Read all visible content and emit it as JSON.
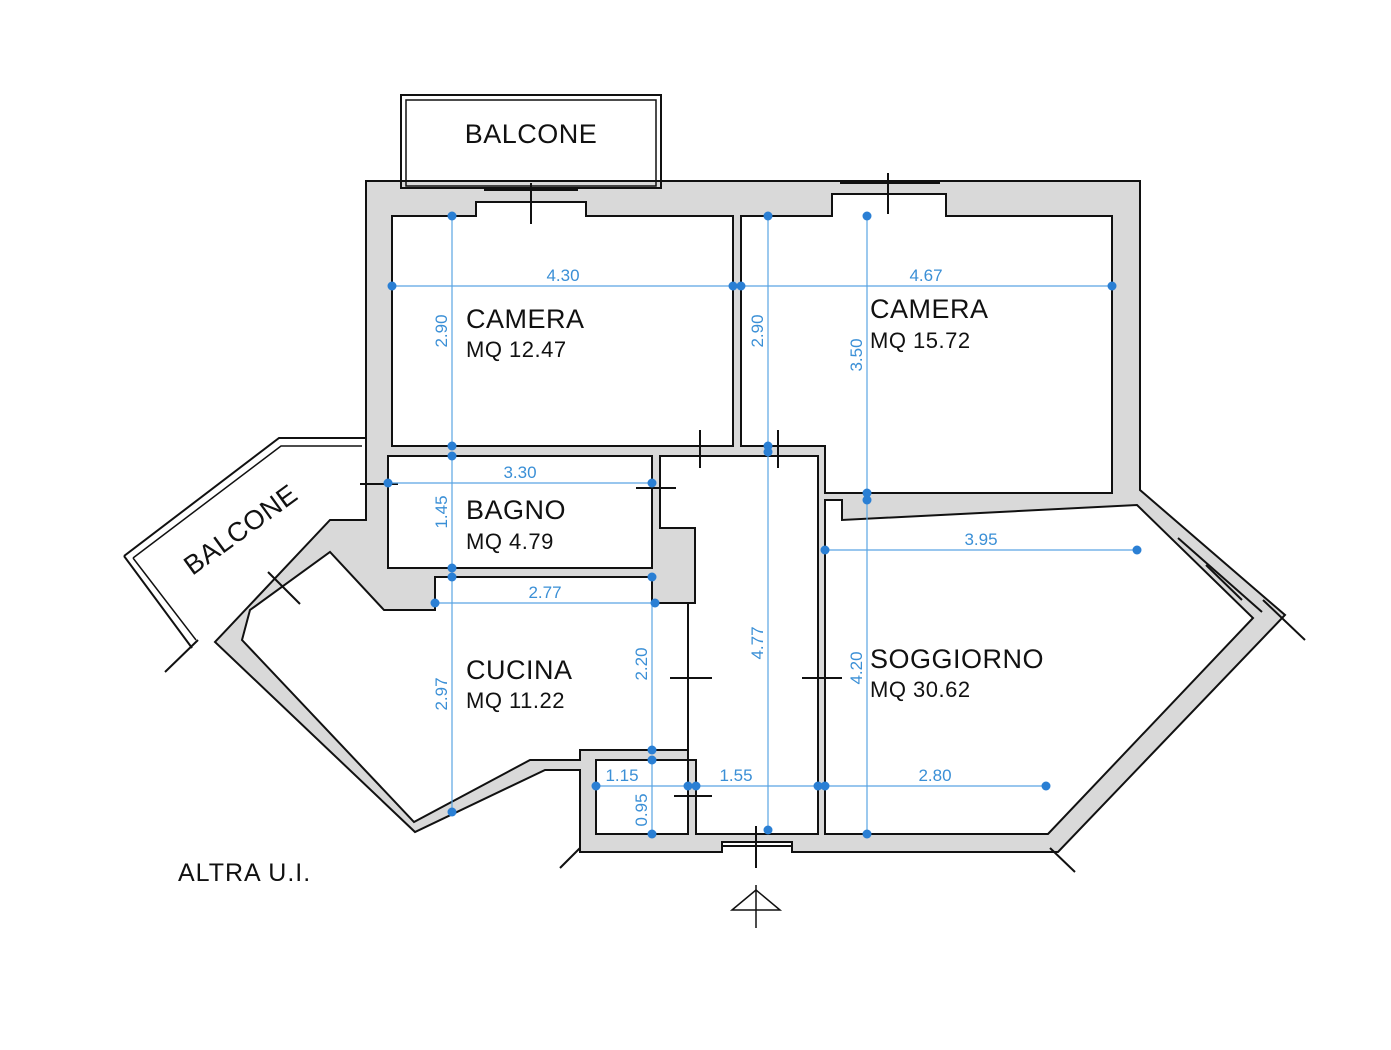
{
  "rooms": {
    "camera1": {
      "name": "CAMERA",
      "area": "MQ  12.47"
    },
    "camera2": {
      "name": "CAMERA",
      "area": "MQ  15.72"
    },
    "bagno": {
      "name": "BAGNO",
      "area": "MQ  4.79"
    },
    "cucina": {
      "name": "CUCINA",
      "area": "MQ  11.22"
    },
    "soggiorno": {
      "name": "SOGGIORNO",
      "area": "MQ  30.62"
    }
  },
  "balconies": {
    "top": "BALCONE",
    "left": "BALCONE"
  },
  "other_unit": "ALTRA U.I.",
  "dimensions": {
    "camera1_width": "4.30",
    "camera1_depth": "2.90",
    "camera2_width": "4.67",
    "camera2_depth_a": "2.90",
    "camera2_depth_b": "3.50",
    "bagno_width": "3.30",
    "bagno_depth": "1.45",
    "cucina_width": "2.77",
    "cucina_depth_a": "2.20",
    "cucina_depth_b": "2.97",
    "hall_length": "4.77",
    "ripostiglio_width": "1.15",
    "ripostiglio_depth": "0.95",
    "hall_width": "1.55",
    "soggiorno_width_a": "3.95",
    "soggiorno_width_b": "2.80",
    "soggiorno_depth": "4.20"
  },
  "colors": {
    "dimension": "#3a8fd6",
    "wall_fill": "#d9d9d9"
  }
}
